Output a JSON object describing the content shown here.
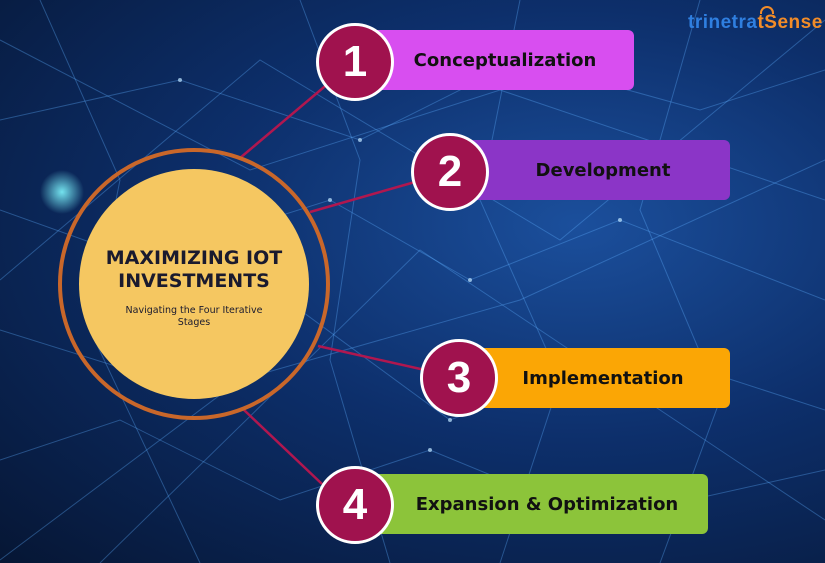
{
  "brand": {
    "logo_part1": "trinetra",
    "logo_part2": "tSense"
  },
  "center": {
    "title": "MAXIMIZING IOT INVESTMENTS",
    "subtitle": "Navigating the Four Iterative Stages"
  },
  "stages": [
    {
      "number": "1",
      "label": "Conceptualization",
      "color": "#d84ef0"
    },
    {
      "number": "2",
      "label": "Development",
      "color": "#8b35c7"
    },
    {
      "number": "3",
      "label": "Implementation",
      "color": "#fba605"
    },
    {
      "number": "4",
      "label": "Expansion & Optimization",
      "color": "#8cc43a"
    }
  ],
  "colors": {
    "number_circle": "#a0124e",
    "connector": "#b0174f",
    "center_disc": "#f5c761",
    "center_ring": "#c9672a"
  }
}
